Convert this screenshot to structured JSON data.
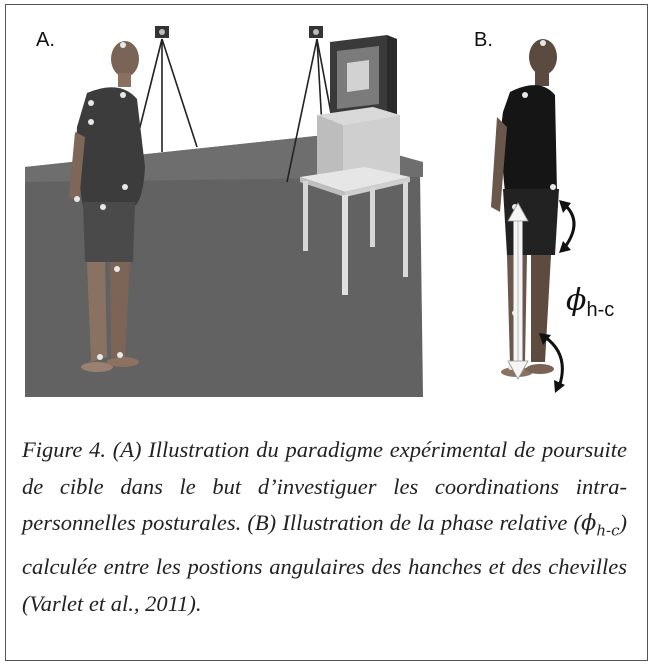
{
  "panels": {
    "a_label": "A.",
    "b_label": "B."
  },
  "annotation": {
    "phi_symbol": "ϕ",
    "phi_subscript": "h-c"
  },
  "caption": {
    "part1": "Figure 4. (A) Illustration du paradigme expérimental de poursuite de cible dans le but d’investiguer les coordinations intra-personnelles posturales. (B) Illustration de la phase relative (",
    "phi": "ϕ",
    "phi_sub": "h-c",
    "part2": ") calculée entre les postions angulaires des hanches et des chevilles (Varlet et al., 2011)."
  }
}
